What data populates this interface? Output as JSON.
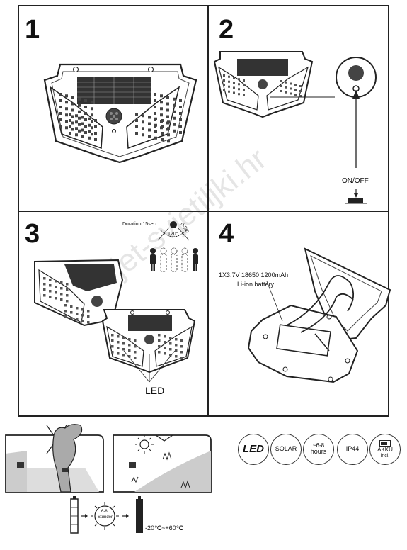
{
  "steps": [
    {
      "number": "1"
    },
    {
      "number": "2",
      "switch_label": "ON/OFF"
    },
    {
      "number": "3",
      "duration": "Duration:15sec.",
      "angle": "120°",
      "range": "0-5m",
      "led_label": "LED"
    },
    {
      "number": "4",
      "battery_line1": "1X3.7V 18650 1200mAh",
      "battery_line2": "Li-ion battery"
    }
  ],
  "badges": {
    "led": "LED",
    "solar": "SOLAR",
    "hours_top": "~6-8",
    "hours_bottom": "hours",
    "ip": "IP44",
    "akku_top": "AKKU",
    "akku_bottom": "incl."
  },
  "charging": {
    "sun_top": "6-8",
    "sun_bottom": "Stunden",
    "temperature": "-20℃~+60℃"
  },
  "watermark": "svijet-svjetiljki.hr",
  "colors": {
    "line": "#222222",
    "fill": "#ffffff",
    "shade": "#cccccc"
  }
}
